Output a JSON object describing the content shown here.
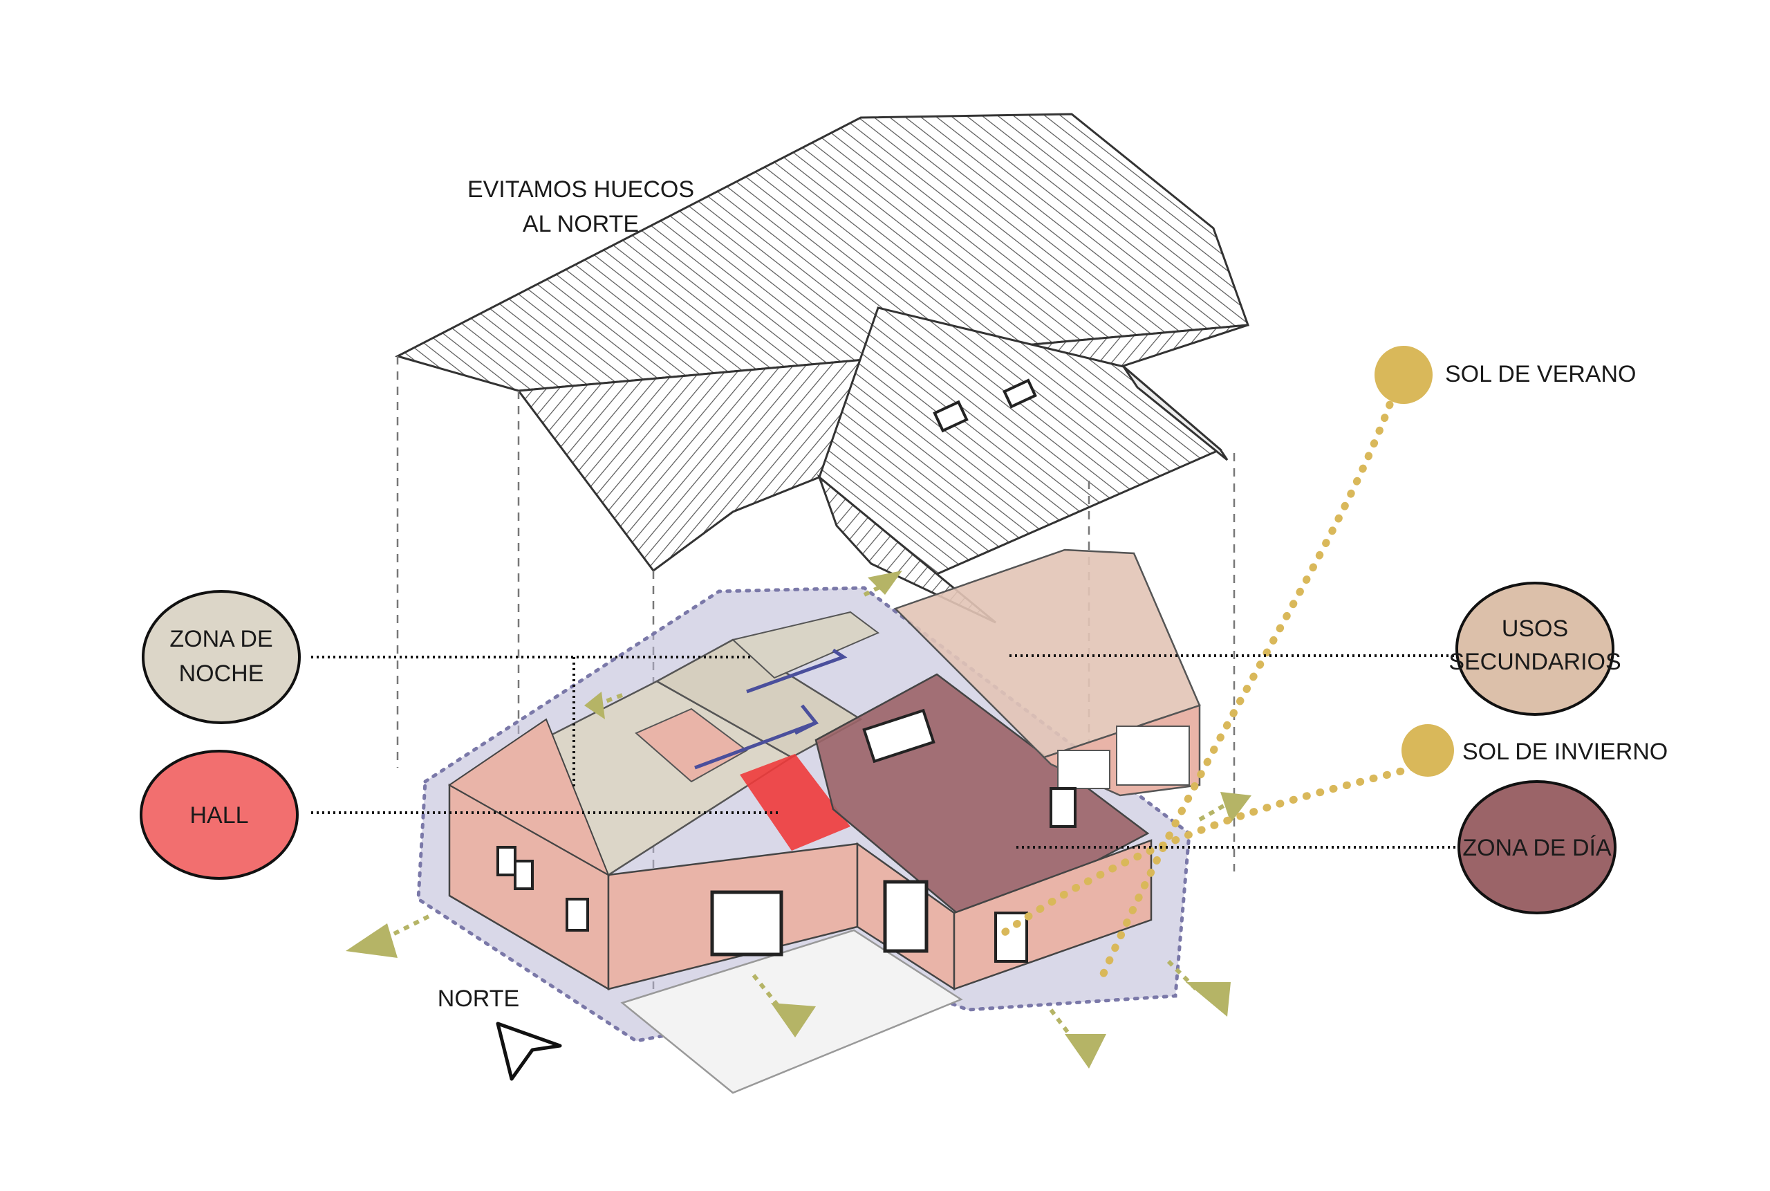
{
  "roof_note": {
    "line1": "EVITAMOS HUECOS",
    "line2": "AL NORTE"
  },
  "north": {
    "label": "NORTE"
  },
  "sun": {
    "summer": {
      "label": "SOL DE VERANO",
      "color": "#d9b85a"
    },
    "winter": {
      "label": "SOL DE INVIERNO",
      "color": "#d9b85a"
    }
  },
  "zones": {
    "night": {
      "line1": "ZONA DE",
      "line2": "NOCHE",
      "color": "#dcd6c8"
    },
    "hall": {
      "label": "HALL",
      "color": "#f26f6f"
    },
    "secondary": {
      "line1": "USOS",
      "line2": "SECUNDARIOS",
      "color": "#dcc0aa"
    },
    "day": {
      "label": "ZONA DE DÍA",
      "color": "#9b6468"
    }
  },
  "colors": {
    "ventilation_arrow": "#b5b466",
    "envelope": "#b9b8d6",
    "envelope_dots": "#7a78a8",
    "wall_pink": "#e9b4a8",
    "hall_red": "#ee3b3b"
  }
}
